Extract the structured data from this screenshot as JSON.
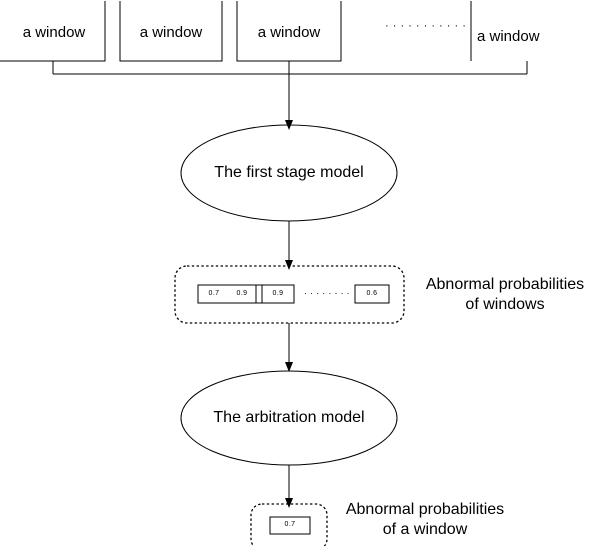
{
  "diagram": {
    "title_text": "",
    "stroke_color": "#000000",
    "background_color": "#ffffff",
    "windows": [
      {
        "label": "a window"
      },
      {
        "label": "a window"
      },
      {
        "label": "a window"
      },
      {
        "label": "a window"
      }
    ],
    "windows_ellipsis": "· · · · · · · · · · ·",
    "stage_one": {
      "label": "The first stage model"
    },
    "window_probabilities": {
      "cells": [
        {
          "value": "0.7"
        },
        {
          "value": "0.9"
        },
        {
          "value": "0.9"
        }
      ],
      "ellipsis": "· · · · · · · ·",
      "last_cell": {
        "value": "0.6"
      },
      "caption_line1": "Abnormal probabilities",
      "caption_line2": "of windows"
    },
    "arbitration": {
      "label": "The arbitration model"
    },
    "window_probability_result": {
      "cells": [
        {
          "value": "0.7"
        }
      ],
      "caption_line1": "Abnormal probabilities",
      "caption_line2": "of a window"
    }
  }
}
